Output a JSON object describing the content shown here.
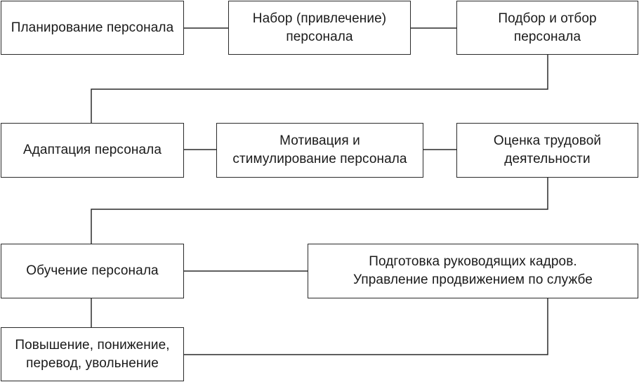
{
  "diagram": {
    "boxes": {
      "planning": "Планирование персонала",
      "recruiting": "Набор (привлечение)\nперсонала",
      "selection": "Подбор и отбор\nперсонала",
      "adaptation": "Адаптация персонала",
      "motivation": "Мотивация и\nстимулирование персонала",
      "evaluation": "Оценка трудовой\nдеятельности",
      "training": "Обучение персонала",
      "leaders": "Подготовка руководящих кадров.\nУправление продвижением по службе",
      "promotion": "Повышение, понижение,\nперевод, увольнение"
    }
  }
}
